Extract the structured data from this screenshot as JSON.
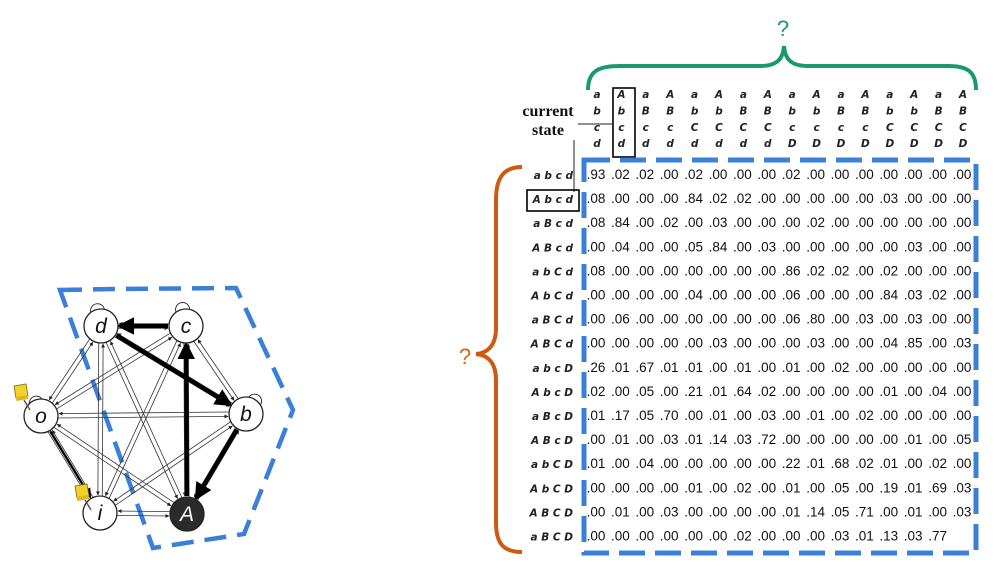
{
  "question_top": "?",
  "question_left": "?",
  "current_state_line1": "current",
  "current_state_line2": "state",
  "colors": {
    "blue_dash": "#3b7fd9",
    "green_brace": "#1a9a6c",
    "orange_brace": "#cc5a12",
    "question_top": "#1a9a6c",
    "question_left": "#d0661a",
    "pin": "#f2d12c",
    "dark_node": "#2b2b2b"
  },
  "graph": {
    "nodes": [
      {
        "id": "d",
        "label": "d",
        "dark": false
      },
      {
        "id": "c",
        "label": "c",
        "dark": false
      },
      {
        "id": "b",
        "label": "b",
        "dark": false
      },
      {
        "id": "A",
        "label": "A",
        "dark": true
      },
      {
        "id": "i",
        "label": "i",
        "dark": false
      },
      {
        "id": "o",
        "label": "o",
        "dark": false
      }
    ],
    "strong_edges": [
      {
        "from": "c",
        "to": "d"
      },
      {
        "from": "d",
        "to": "b"
      },
      {
        "from": "b",
        "to": "A"
      },
      {
        "from": "A",
        "to": "c"
      },
      {
        "from": "o",
        "to": "i"
      }
    ],
    "pins": [
      "o",
      "i"
    ],
    "pin_icon": "pushpin-icon"
  },
  "matrix": {
    "columns": [
      [
        "a",
        "b",
        "c",
        "d"
      ],
      [
        "A",
        "b",
        "c",
        "d"
      ],
      [
        "a",
        "B",
        "c",
        "d"
      ],
      [
        "A",
        "B",
        "c",
        "d"
      ],
      [
        "a",
        "b",
        "C",
        "d"
      ],
      [
        "A",
        "b",
        "C",
        "d"
      ],
      [
        "a",
        "B",
        "C",
        "d"
      ],
      [
        "A",
        "B",
        "C",
        "d"
      ],
      [
        "a",
        "b",
        "c",
        "D"
      ],
      [
        "A",
        "b",
        "c",
        "D"
      ],
      [
        "a",
        "B",
        "c",
        "D"
      ],
      [
        "A",
        "B",
        "c",
        "D"
      ],
      [
        "a",
        "b",
        "C",
        "D"
      ],
      [
        "A",
        "b",
        "C",
        "D"
      ],
      [
        "a",
        "B",
        "C",
        "D"
      ],
      [
        "A",
        "B",
        "C",
        "D"
      ]
    ],
    "highlight_column": 1,
    "highlight_row": 1,
    "rows": [
      {
        "label": "a b c d",
        "values": [
          ".93",
          ".02",
          ".02",
          ".00",
          ".02",
          ".00",
          ".00",
          ".00",
          ".02",
          ".00",
          ".00",
          ".00",
          ".00",
          ".00",
          ".00",
          ".00"
        ]
      },
      {
        "label": "A b c d",
        "values": [
          ".08",
          ".00",
          ".00",
          ".00",
          ".84",
          ".02",
          ".02",
          ".00",
          ".00",
          ".00",
          ".00",
          ".00",
          ".03",
          ".00",
          ".00",
          ".00"
        ]
      },
      {
        "label": "a B c d",
        "values": [
          ".08",
          ".84",
          ".00",
          ".02",
          ".00",
          ".03",
          ".00",
          ".00",
          ".00",
          ".02",
          ".00",
          ".00",
          ".00",
          ".00",
          ".00",
          ".00"
        ]
      },
      {
        "label": "A B c d",
        "values": [
          ".00",
          ".04",
          ".00",
          ".00",
          ".05",
          ".84",
          ".00",
          ".03",
          ".00",
          ".00",
          ".00",
          ".00",
          ".00",
          ".03",
          ".00",
          ".00"
        ]
      },
      {
        "label": "a b C d",
        "values": [
          ".08",
          ".00",
          ".00",
          ".00",
          ".00",
          ".00",
          ".00",
          ".00",
          ".86",
          ".02",
          ".02",
          ".00",
          ".02",
          ".00",
          ".00",
          ".00"
        ]
      },
      {
        "label": "A b C d",
        "values": [
          ".00",
          ".00",
          ".00",
          ".00",
          ".04",
          ".00",
          ".00",
          ".00",
          ".06",
          ".00",
          ".00",
          ".00",
          ".84",
          ".03",
          ".02",
          ".00"
        ]
      },
      {
        "label": "a B C d",
        "values": [
          ".00",
          ".06",
          ".00",
          ".00",
          ".00",
          ".00",
          ".00",
          ".00",
          ".06",
          ".80",
          ".00",
          ".03",
          ".00",
          ".03",
          ".00",
          ".00"
        ]
      },
      {
        "label": "A B C d",
        "values": [
          ".00",
          ".00",
          ".00",
          ".00",
          ".00",
          ".03",
          ".00",
          ".00",
          ".00",
          ".03",
          ".00",
          ".00",
          ".04",
          ".85",
          ".00",
          ".03"
        ]
      },
      {
        "label": "a b c D",
        "values": [
          ".26",
          ".01",
          ".67",
          ".01",
          ".01",
          ".00",
          ".01",
          ".00",
          ".01",
          ".00",
          ".02",
          ".00",
          ".00",
          ".00",
          ".00",
          ".00"
        ]
      },
      {
        "label": "A b c D",
        "values": [
          ".02",
          ".00",
          ".05",
          ".00",
          ".21",
          ".01",
          ".64",
          ".02",
          ".00",
          ".00",
          ".00",
          ".00",
          ".01",
          ".00",
          ".04",
          ".00"
        ]
      },
      {
        "label": "a B c D",
        "values": [
          ".01",
          ".17",
          ".05",
          ".70",
          ".00",
          ".01",
          ".00",
          ".03",
          ".00",
          ".01",
          ".00",
          ".02",
          ".00",
          ".00",
          ".00",
          ".00"
        ]
      },
      {
        "label": "A B c D",
        "values": [
          ".00",
          ".01",
          ".00",
          ".03",
          ".01",
          ".14",
          ".03",
          ".72",
          ".00",
          ".00",
          ".00",
          ".00",
          ".00",
          ".01",
          ".00",
          ".05"
        ]
      },
      {
        "label": "a b C D",
        "values": [
          ".01",
          ".00",
          ".04",
          ".00",
          ".00",
          ".00",
          ".00",
          ".00",
          ".22",
          ".01",
          ".68",
          ".02",
          ".01",
          ".00",
          ".02",
          ".00"
        ]
      },
      {
        "label": "A b C D",
        "values": [
          ".00",
          ".00",
          ".00",
          ".00",
          ".01",
          ".00",
          ".02",
          ".00",
          ".01",
          ".00",
          ".05",
          ".00",
          ".19",
          ".01",
          ".69",
          ".03"
        ]
      },
      {
        "label": "A B C D",
        "values": [
          ".00",
          ".01",
          ".00",
          ".03",
          ".00",
          ".00",
          ".00",
          ".00",
          ".01",
          ".14",
          ".05",
          ".71",
          ".00",
          ".01",
          ".00",
          ".03"
        ]
      },
      {
        "label": "a B C D",
        "values": [
          ".00",
          ".00",
          ".00",
          ".00",
          ".00",
          ".00",
          ".02",
          ".00",
          ".00",
          ".00",
          ".03",
          ".01",
          ".13",
          ".03",
          ".77"
        ]
      }
    ]
  }
}
